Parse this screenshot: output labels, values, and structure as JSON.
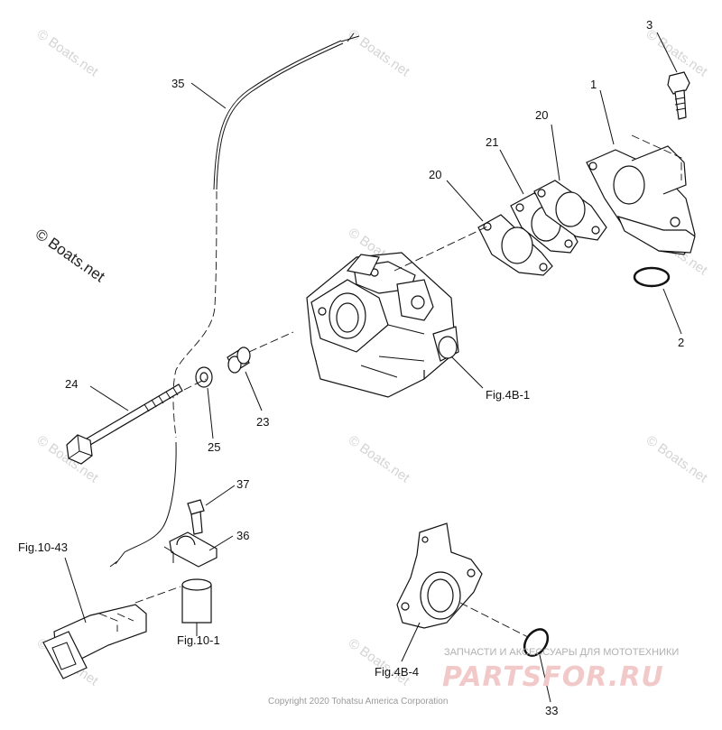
{
  "watermark": {
    "text": "© Boats.net"
  },
  "labels": {
    "p1": "1",
    "p2": "2",
    "p3": "3",
    "p20a": "20",
    "p20b": "20",
    "p21": "21",
    "p23": "23",
    "p24": "24",
    "p25": "25",
    "p33": "33",
    "p35": "35",
    "p36": "36",
    "p37": "37",
    "fig4b1": "Fig.4B-1",
    "fig4b4": "Fig.4B-4",
    "fig1043": "Fig.10-43",
    "fig101": "Fig.10-1"
  },
  "footer": {
    "copyright": "Copyright 2020 Tohatsu America Corporation",
    "ru_caption": "ЗАПЧАСТИ И АКСЕССУАРЫ ДЛЯ МОТОТЕХНИКИ",
    "brand": "PARTSFOR.RU"
  },
  "colors": {
    "line": "#111111",
    "watermark": "#d4d4d4",
    "brand": "#f2c9c9"
  }
}
